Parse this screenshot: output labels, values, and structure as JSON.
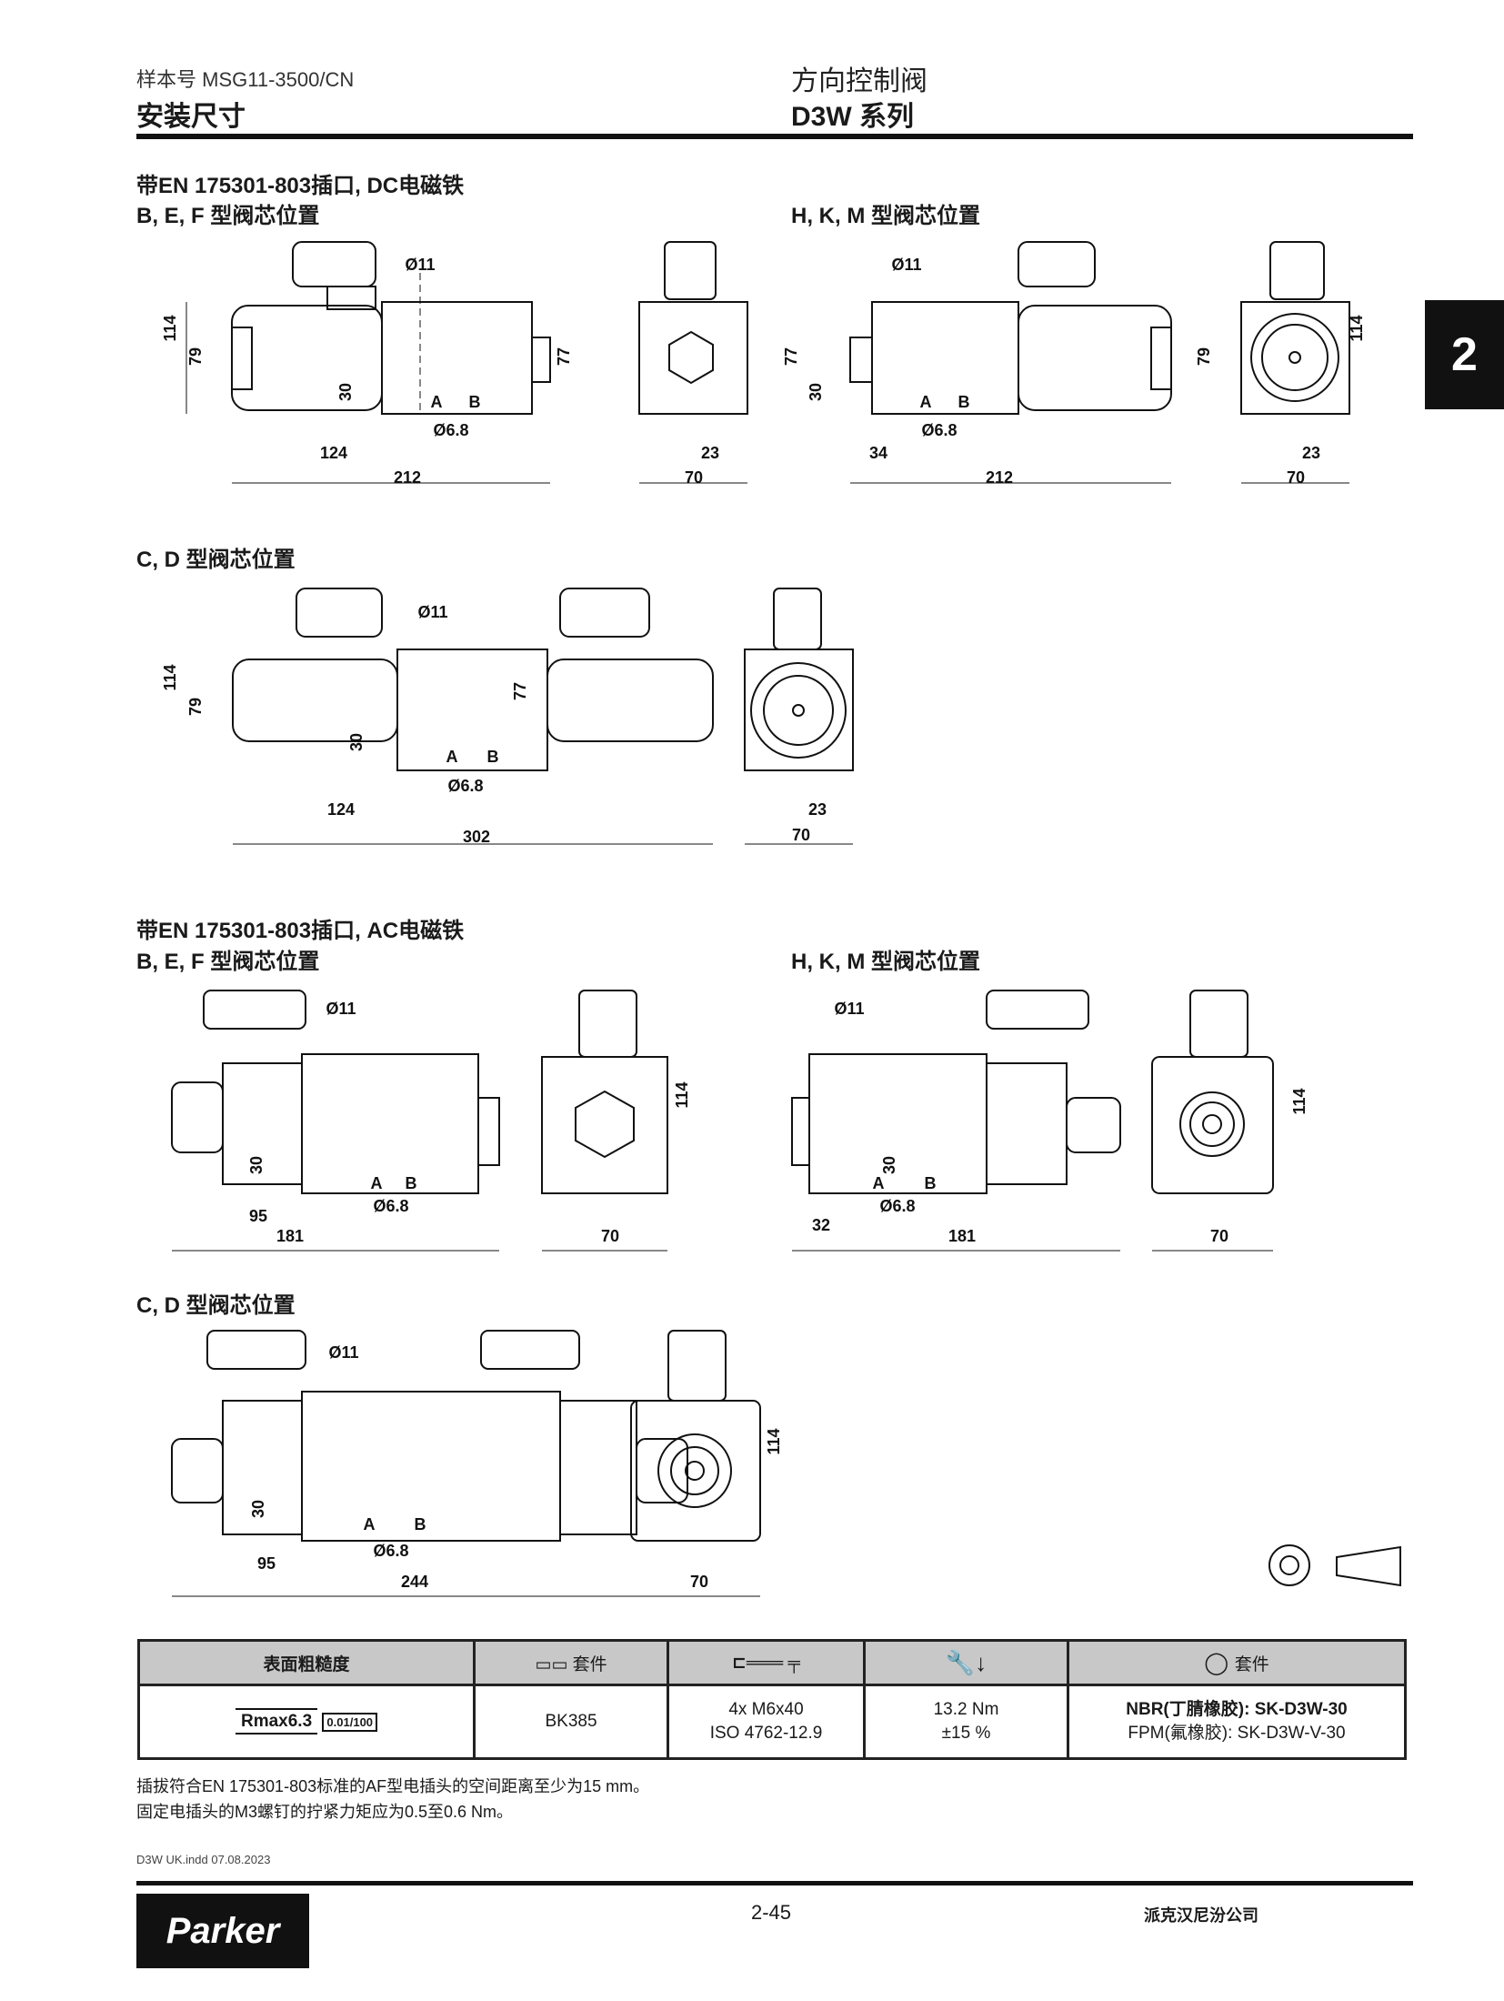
{
  "header": {
    "catalog": "样本号 MSG11-3500/CN",
    "section": "安装尺寸",
    "product": "方向控制阀",
    "series": "D3W 系列",
    "tab": "2"
  },
  "sections": {
    "dc_title": "带EN 175301-803插口, DC电磁铁",
    "dc_bef": "B, E, F 型阀芯位置",
    "dc_hkm": "H, K, M 型阀芯位置",
    "dc_cd": "C, D 型阀芯位置",
    "ac_title": "带EN 175301-803插口, AC电磁铁",
    "ac_bef": "B, E, F 型阀芯位置",
    "ac_hkm": "H, K, M 型阀芯位置",
    "ac_cd": "C, D 型阀芯位置"
  },
  "dims": {
    "dc_bef": [
      "Ø11",
      "114",
      "79",
      "30",
      "77",
      "A",
      "B",
      "Ø6.8",
      "124",
      "212",
      "23",
      "70"
    ],
    "dc_hkm": [
      "Ø11",
      "77",
      "30",
      "A",
      "B",
      "Ø6.8",
      "34",
      "212",
      "79",
      "114",
      "23",
      "70"
    ],
    "dc_cd": [
      "Ø11",
      "114",
      "79",
      "77",
      "30",
      "A",
      "B",
      "Ø6.8",
      "124",
      "302",
      "23",
      "70"
    ],
    "ac_bef": [
      "Ø11",
      "30",
      "A",
      "B",
      "Ø6.8",
      "95",
      "181",
      "114",
      "70"
    ],
    "ac_hkm": [
      "Ø11",
      "30",
      "A",
      "B",
      "Ø6.8",
      "32",
      "181",
      "114",
      "70"
    ],
    "ac_cd": [
      "Ø11",
      "30",
      "A",
      "B",
      "Ø6.8",
      "95",
      "244",
      "114",
      "70"
    ]
  },
  "table": {
    "headers": [
      "表面粗糙度",
      "套件",
      "",
      "",
      "套件"
    ],
    "roughness": "Rmax6.3",
    "flatness": "0.01/100",
    "seal_kit": "BK385",
    "bolts": [
      "4x M6x40",
      "ISO 4762-12.9"
    ],
    "torque": [
      "13.2 Nm",
      "±15 %"
    ],
    "orings": [
      "NBR(丁腈橡胶): SK-D3W-30",
      "FPM(氟橡胶): SK-D3W-V-30"
    ]
  },
  "notes": [
    "插拔符合EN 175301-803标准的AF型电插头的空间距离至少为15 mm。",
    "固定电插头的M3螺钉的拧紧力矩应为0.5至0.6 Nm。"
  ],
  "footer": {
    "file": "D3W UK.indd 07.08.2023",
    "page": "2-45",
    "company": "派克汉尼汾公司",
    "logo": "Parker"
  }
}
